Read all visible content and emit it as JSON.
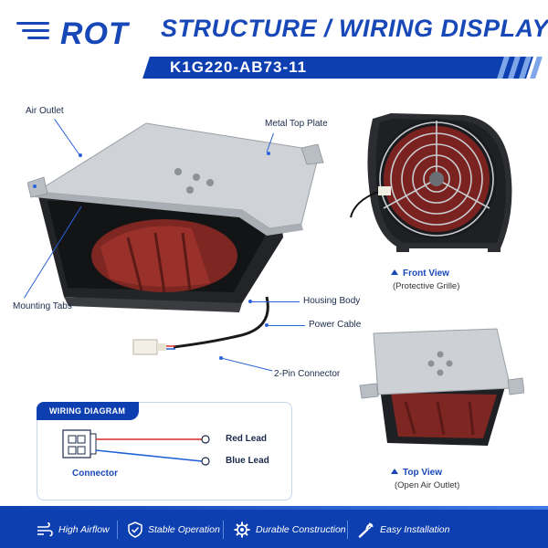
{
  "brand": {
    "name": "ROT"
  },
  "header": {
    "title": "STRUCTURE / WIRING DISPLAY",
    "model": "K1G220-AB73-11"
  },
  "callouts": {
    "air_outlet": "Air Outlet",
    "metal_top_plate": "Metal Top Plate",
    "mounting_tabs": "Mounting Tabs",
    "housing_body": "Housing Body",
    "power_cable": "Power Cable",
    "connector_2pin": "2-Pin Connector"
  },
  "views": {
    "front": {
      "title": "Front View",
      "subtitle": "(Protective Grille)"
    },
    "top": {
      "title": "Top View",
      "subtitle": "(Open Air Outlet)"
    }
  },
  "wiring": {
    "heading": "WIRING DIAGRAM",
    "red_lead": "Red Lead",
    "blue_lead": "Blue Lead",
    "connector": "Connector",
    "red_color": "#d62a2a",
    "blue_color": "#1f5fd6"
  },
  "features": [
    {
      "label": "High Airflow",
      "icon": "wind-icon"
    },
    {
      "label": "Stable Operation",
      "icon": "shield-check-icon"
    },
    {
      "label": "Durable Construction",
      "icon": "gear-icon"
    },
    {
      "label": "Easy Installation",
      "icon": "wrench-icon"
    }
  ],
  "colors": {
    "brand_blue": "#1848b8",
    "footer_blue": "#0e3fb0",
    "fan_red": "#8a2a26"
  }
}
